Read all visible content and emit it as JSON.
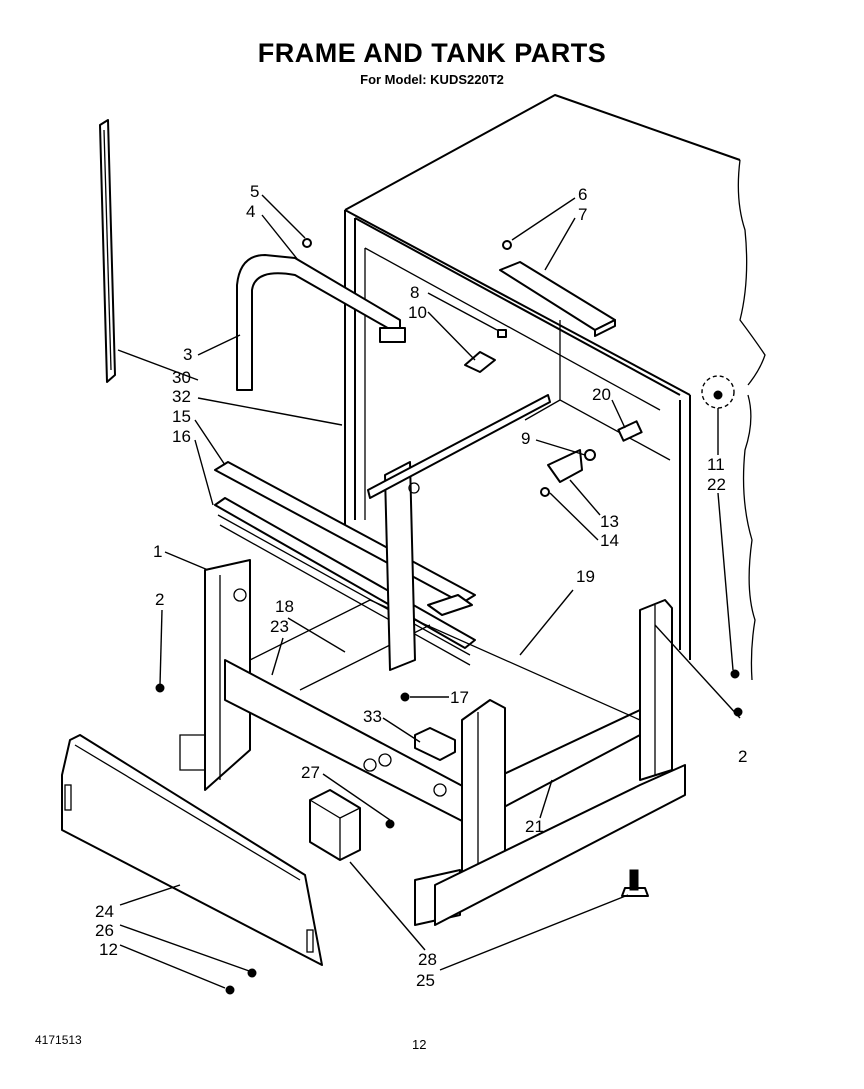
{
  "header": {
    "title": "FRAME AND TANK PARTS",
    "subtitle": "For Model: KUDS220T2"
  },
  "footer": {
    "doc_number": "4171513",
    "page_number": "12"
  },
  "callouts": [
    "1",
    "2",
    "2",
    "3",
    "4",
    "5",
    "6",
    "7",
    "8",
    "9",
    "10",
    "11",
    "12",
    "13",
    "14",
    "15",
    "16",
    "17",
    "18",
    "19",
    "20",
    "21",
    "22",
    "23",
    "24",
    "25",
    "26",
    "27",
    "28",
    "30",
    "32",
    "33"
  ]
}
